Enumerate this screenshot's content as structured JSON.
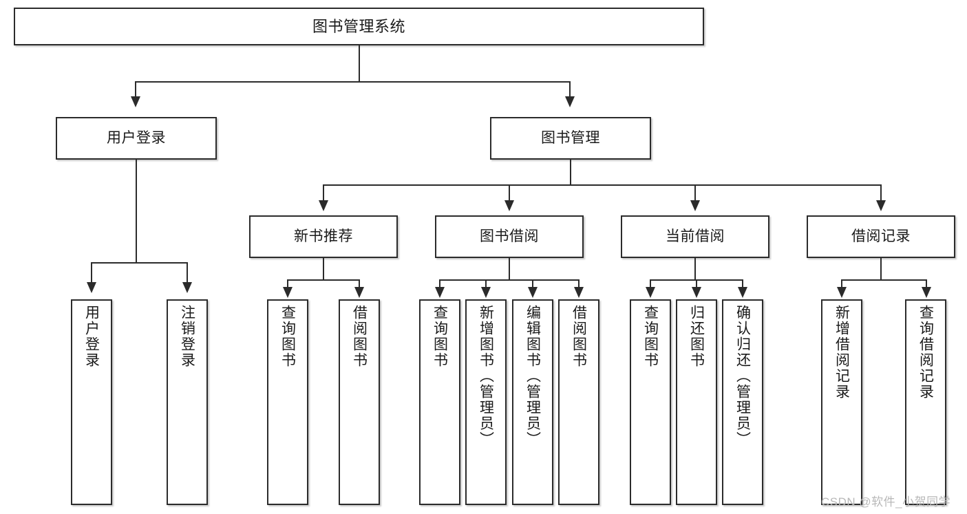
{
  "diagram": {
    "type": "tree",
    "title": "图书管理系统",
    "levels": 4,
    "nodes": {
      "root": {
        "label": "图书管理系统"
      },
      "level2": [
        {
          "id": "user-login",
          "label": "用户登录"
        },
        {
          "id": "book-management",
          "label": "图书管理"
        }
      ],
      "level3": [
        {
          "id": "new-book-recommend",
          "label": "新书推荐",
          "parent": "book-management"
        },
        {
          "id": "book-borrow",
          "label": "图书借阅",
          "parent": "book-management"
        },
        {
          "id": "current-borrow",
          "label": "当前借阅",
          "parent": "book-management"
        },
        {
          "id": "borrow-record",
          "label": "借阅记录",
          "parent": "book-management"
        }
      ],
      "leaves": [
        {
          "id": "leaf-user-login",
          "label": "用户登录",
          "parent": "user-login"
        },
        {
          "id": "leaf-logout-login",
          "label": "注销登录",
          "parent": "user-login"
        },
        {
          "id": "leaf-query-book-1",
          "label": "查询图书",
          "parent": "new-book-recommend"
        },
        {
          "id": "leaf-borrow-book-1",
          "label": "借阅图书",
          "parent": "new-book-recommend"
        },
        {
          "id": "leaf-query-book-2",
          "label": "查询图书",
          "parent": "book-borrow"
        },
        {
          "id": "leaf-add-book",
          "label": "新增图书（管理员）",
          "parent": "book-borrow"
        },
        {
          "id": "leaf-edit-book",
          "label": "编辑图书（管理员）",
          "parent": "book-borrow"
        },
        {
          "id": "leaf-borrow-book-2",
          "label": "借阅图书",
          "parent": "book-borrow"
        },
        {
          "id": "leaf-query-book-3",
          "label": "查询图书",
          "parent": "current-borrow"
        },
        {
          "id": "leaf-return-book",
          "label": "归还图书",
          "parent": "current-borrow"
        },
        {
          "id": "leaf-confirm-return",
          "label": "确认归还（管理员）",
          "parent": "current-borrow"
        },
        {
          "id": "leaf-add-record",
          "label": "新增借阅记录",
          "parent": "borrow-record"
        },
        {
          "id": "leaf-query-record",
          "label": "查询借阅记录",
          "parent": "borrow-record"
        }
      ]
    },
    "colors": {
      "line": "#2b2b2b",
      "box_fill": "#ffffff",
      "text": "#1a1a1a",
      "watermark": "#b8b8b8"
    }
  },
  "watermark": {
    "text": "CSDN @软件_小贺同学"
  }
}
